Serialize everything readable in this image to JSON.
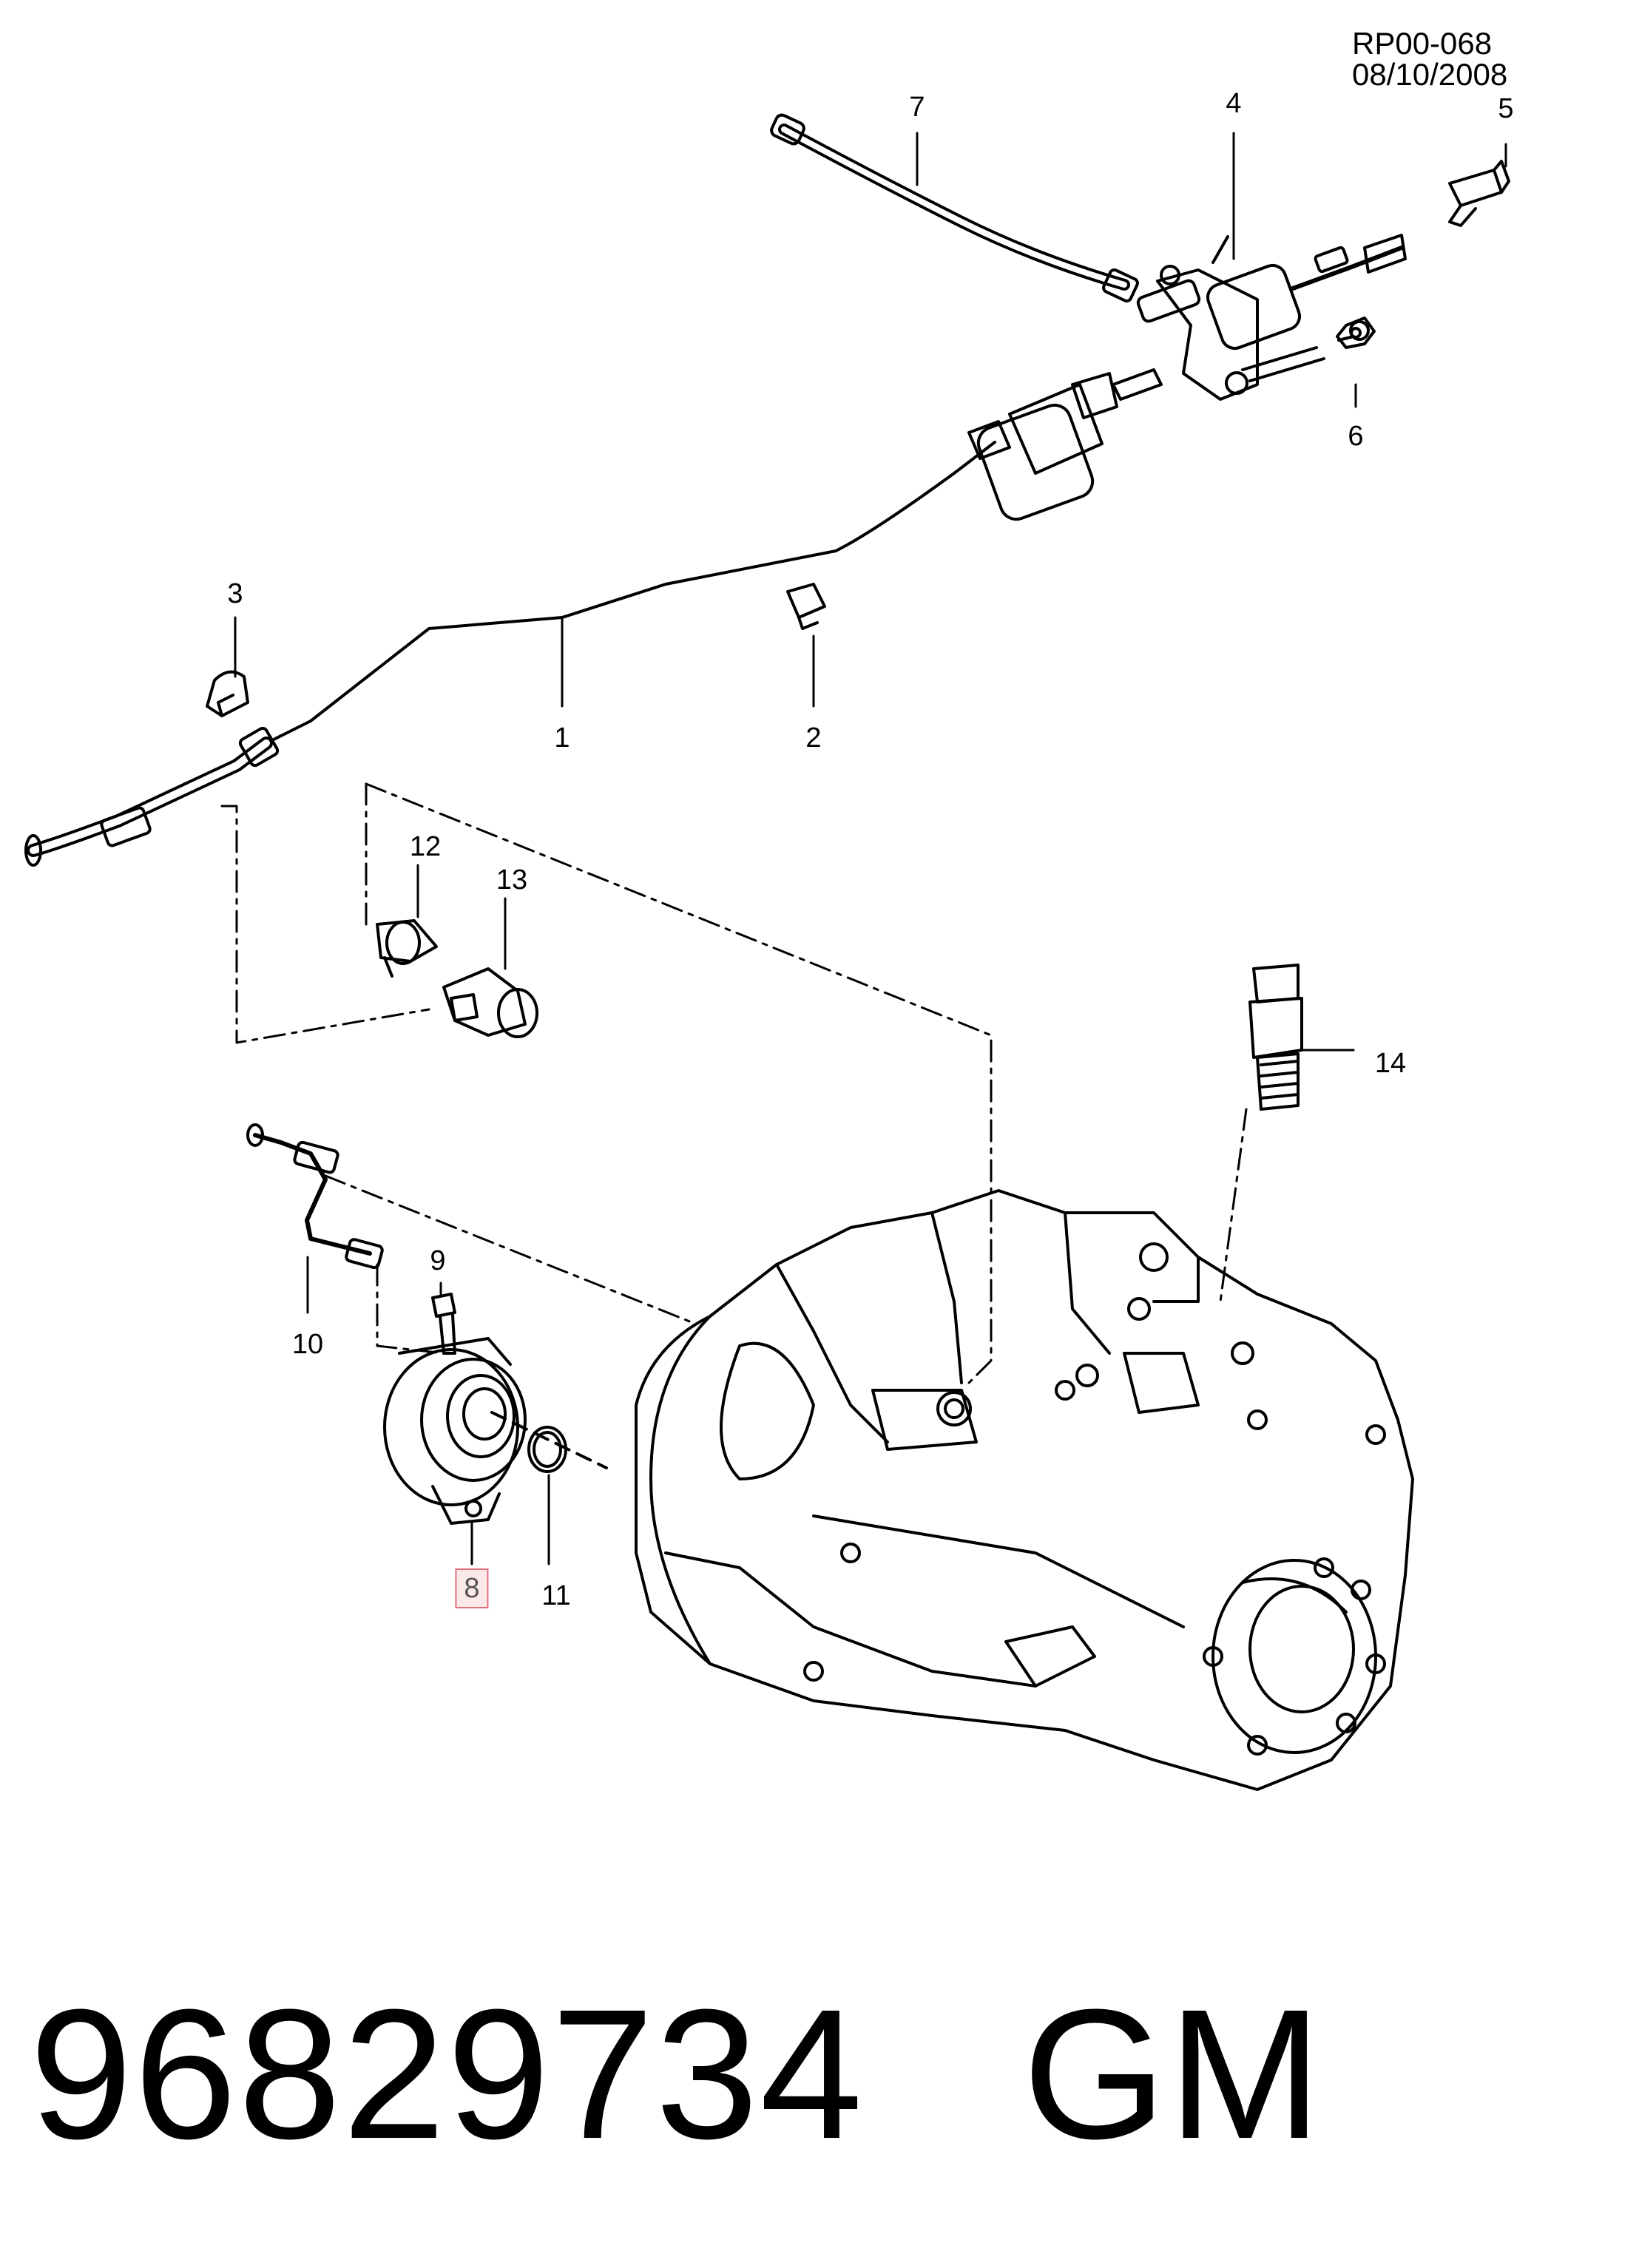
{
  "diagram": {
    "reference": "RP00-068 08/10/2008",
    "callouts": [
      {
        "id": "1",
        "label": "1"
      },
      {
        "id": "2",
        "label": "2"
      },
      {
        "id": "3",
        "label": "3"
      },
      {
        "id": "4",
        "label": "4"
      },
      {
        "id": "5",
        "label": "5"
      },
      {
        "id": "6",
        "label": "6"
      },
      {
        "id": "7",
        "label": "7"
      },
      {
        "id": "8",
        "label": "8",
        "highlighted": true
      },
      {
        "id": "9",
        "label": "9"
      },
      {
        "id": "10",
        "label": "10"
      },
      {
        "id": "11",
        "label": "11"
      },
      {
        "id": "12",
        "label": "12"
      },
      {
        "id": "13",
        "label": "13"
      },
      {
        "id": "14",
        "label": "14"
      }
    ],
    "highlight_color": "#e0707a"
  },
  "footer": {
    "part_number": "96829734",
    "brand": "GM"
  }
}
